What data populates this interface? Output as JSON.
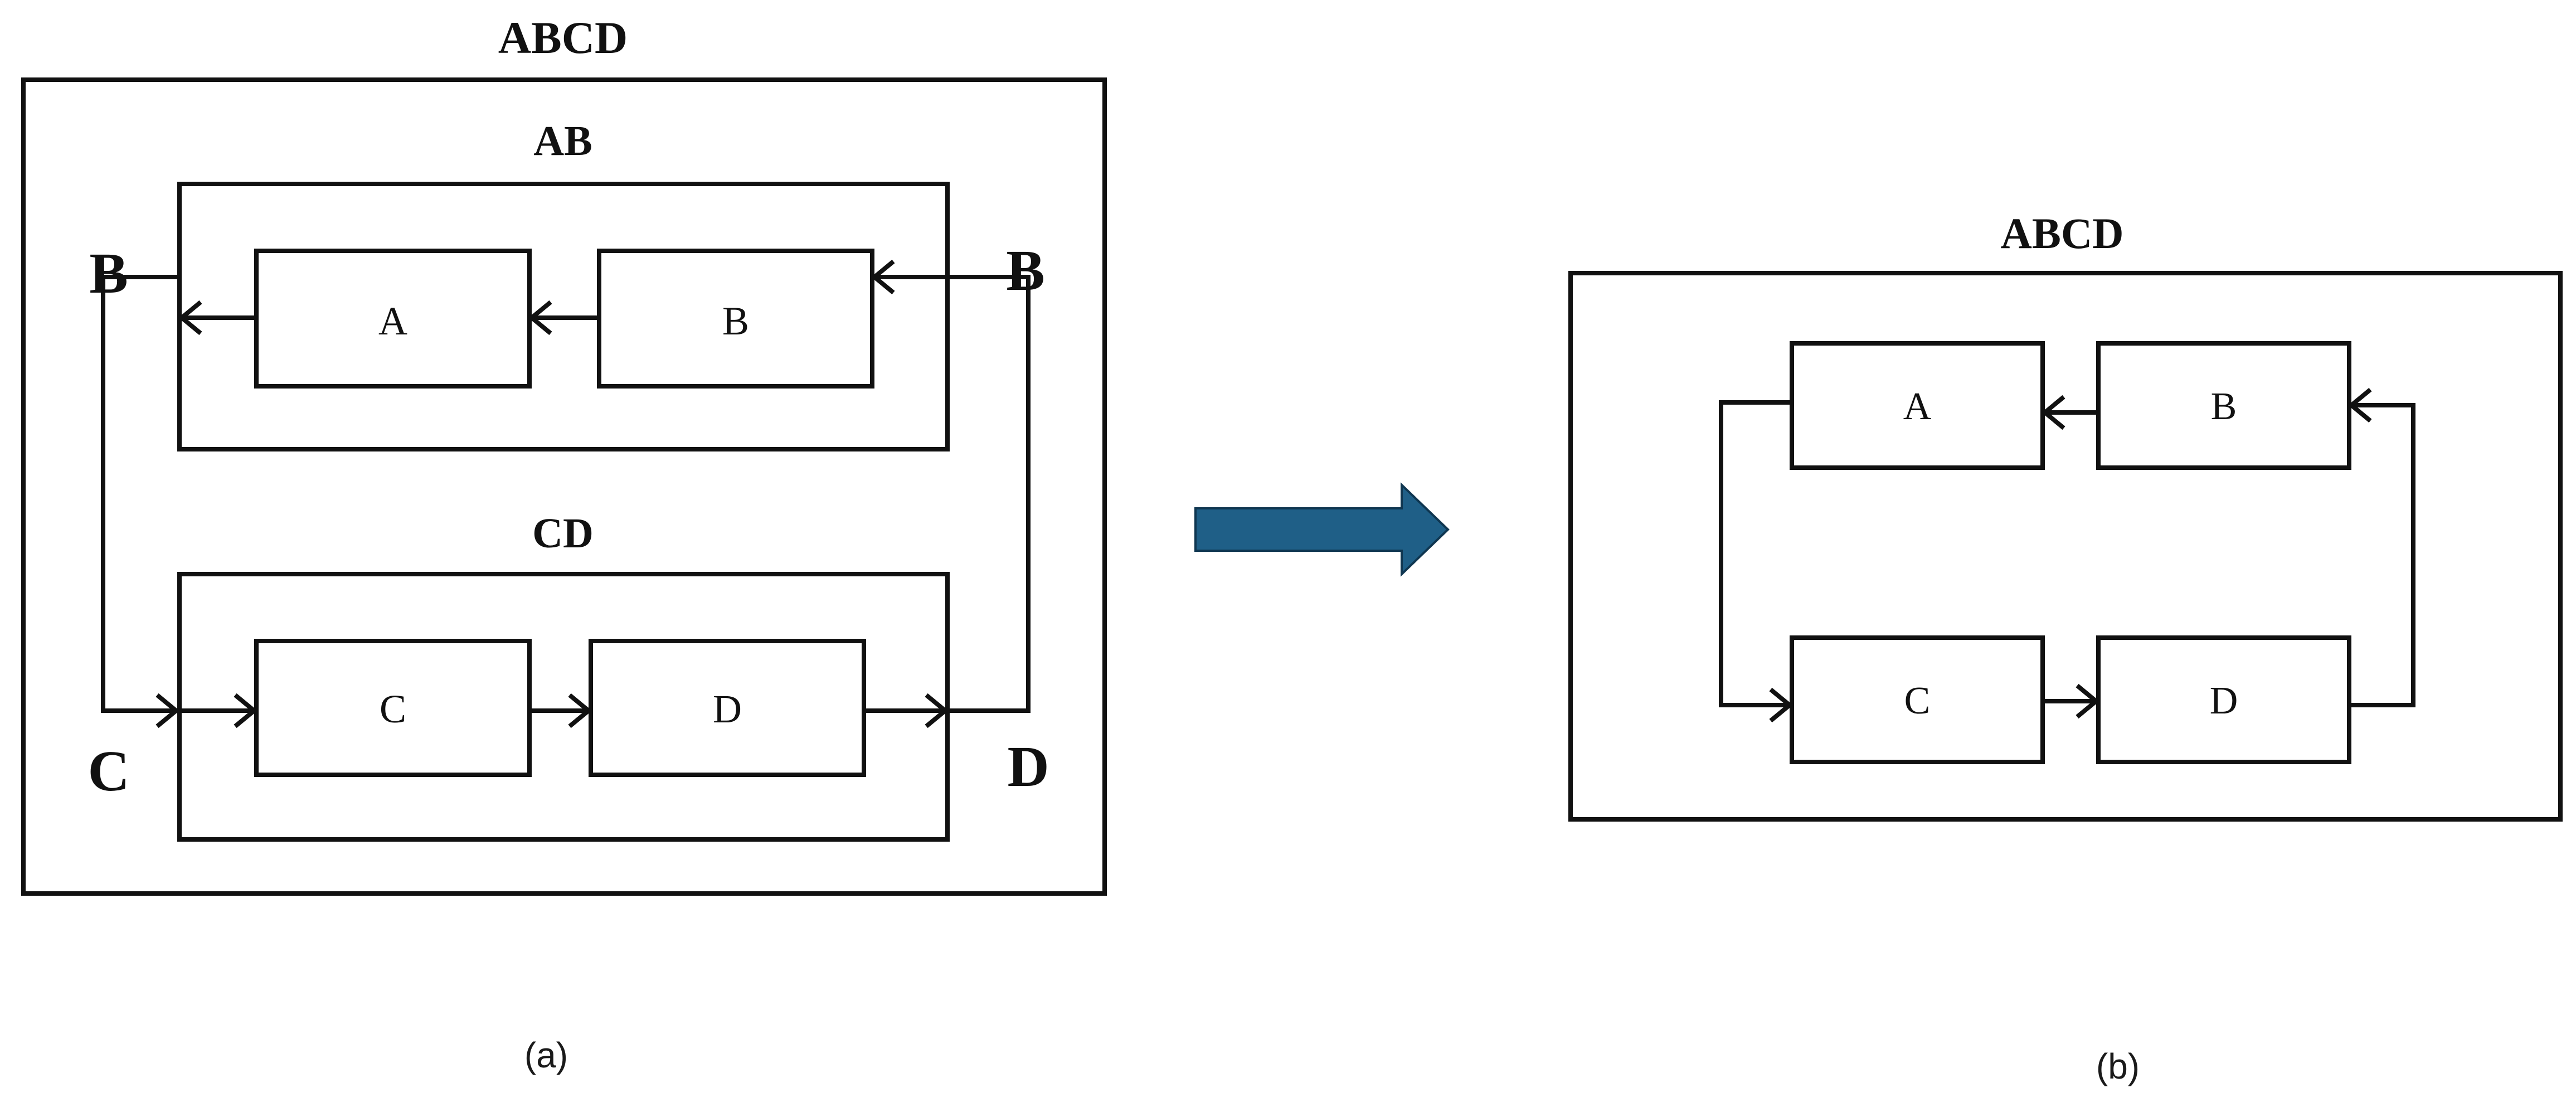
{
  "panel_a": {
    "outer_title": "ABCD",
    "group_top_title": "AB",
    "group_bottom_title": "CD",
    "block_a": "A",
    "block_b": "B",
    "block_c": "C",
    "block_d": "D",
    "port_top_left": "B",
    "port_top_right": "B",
    "port_bottom_left": "C",
    "port_bottom_right": "D",
    "caption": "(a)"
  },
  "panel_b": {
    "outer_title": "ABCD",
    "block_a": "A",
    "block_b": "B",
    "block_c": "C",
    "block_d": "D",
    "caption": "(b)"
  },
  "transition_arrow": {
    "color": "#1f5f87",
    "meaning": "right-arrow-icon"
  },
  "colors": {
    "line": "#111111",
    "background": "#ffffff"
  }
}
